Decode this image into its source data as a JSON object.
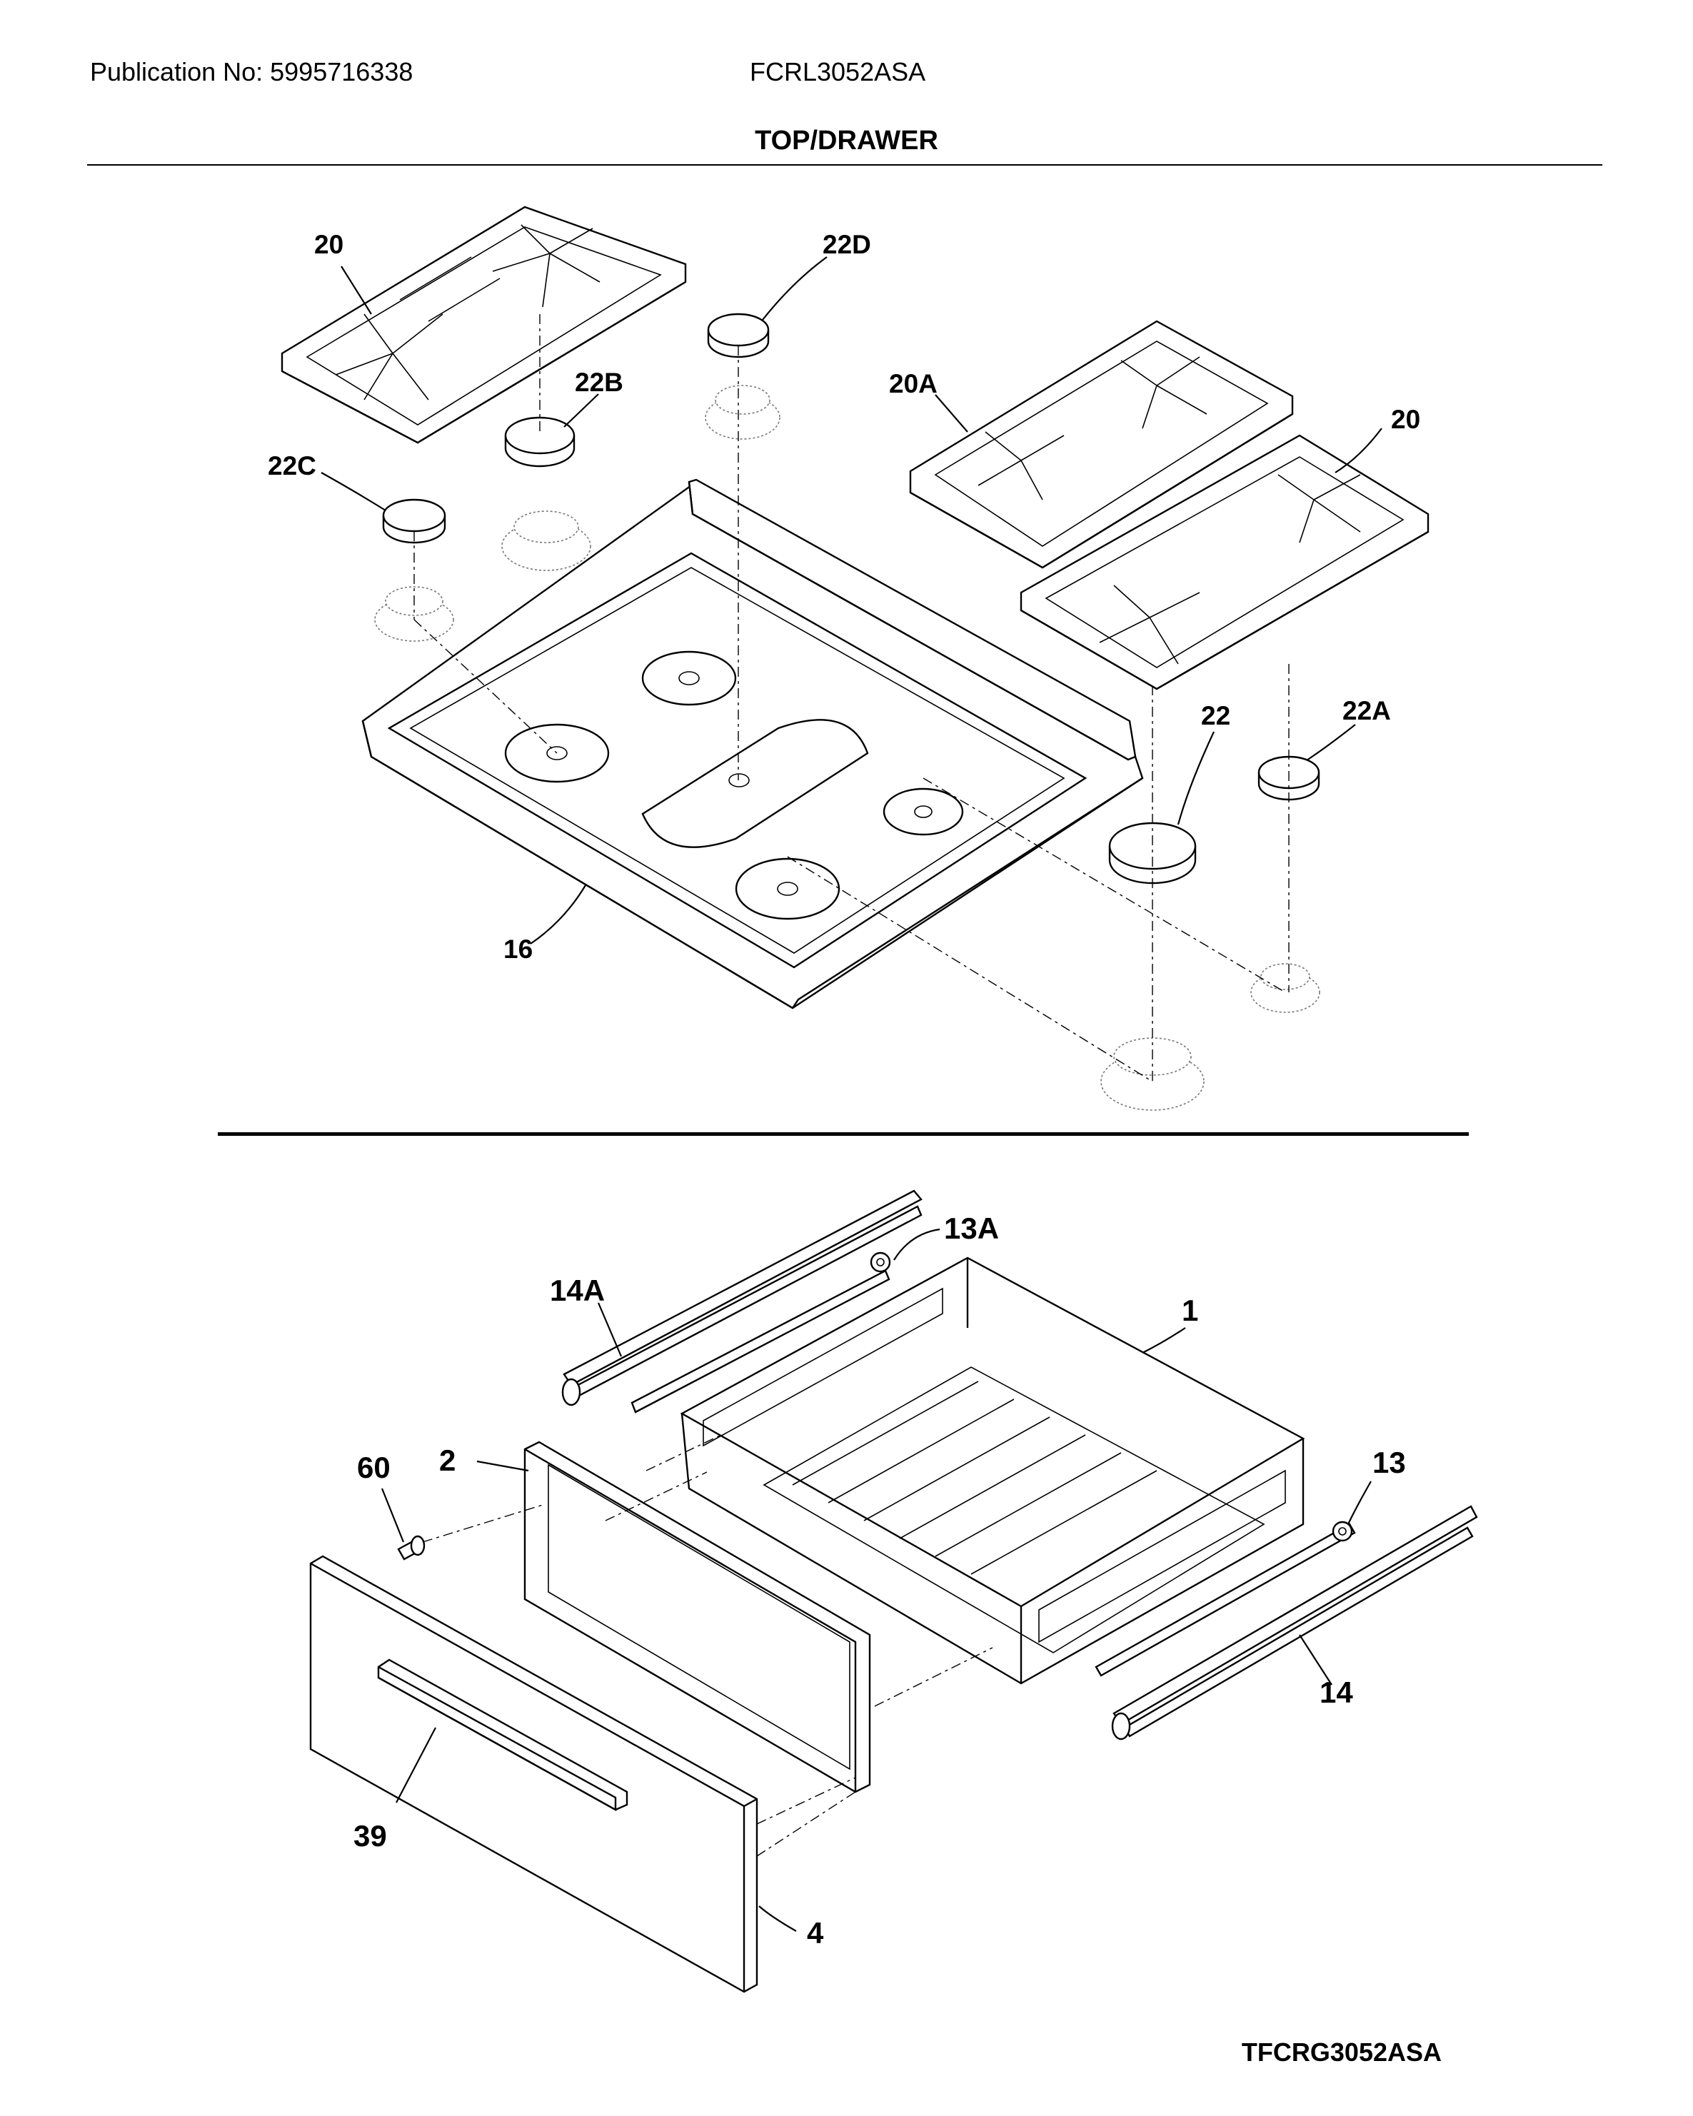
{
  "header": {
    "publication": "Publication No: 5995716338",
    "model": "FCRL3052ASA",
    "section_title": "TOP/DRAWER"
  },
  "footer": {
    "diagram_code": "TFCRG3052ASA"
  },
  "callouts": {
    "c20_left": "20",
    "c22D": "22D",
    "c22B": "22B",
    "c20A": "20A",
    "c20_right": "20",
    "c22C": "22C",
    "c22": "22",
    "c22A": "22A",
    "c16": "16",
    "c13A": "13A",
    "c14A": "14A",
    "c1": "1",
    "c60": "60",
    "c2": "2",
    "c13": "13",
    "c14": "14",
    "c39": "39",
    "c4": "4"
  }
}
